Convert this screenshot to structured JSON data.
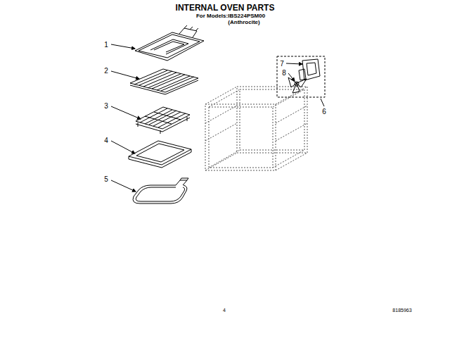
{
  "diagram": {
    "title": "INTERNAL OVEN PARTS",
    "labels": [
      "For Models:IBS224PSM00",
      "(Anthrocite)",
      "1",
      "2",
      "3",
      "4",
      "5",
      "6",
      "7",
      "8",
      "4",
      "8185963"
    ]
  }
}
